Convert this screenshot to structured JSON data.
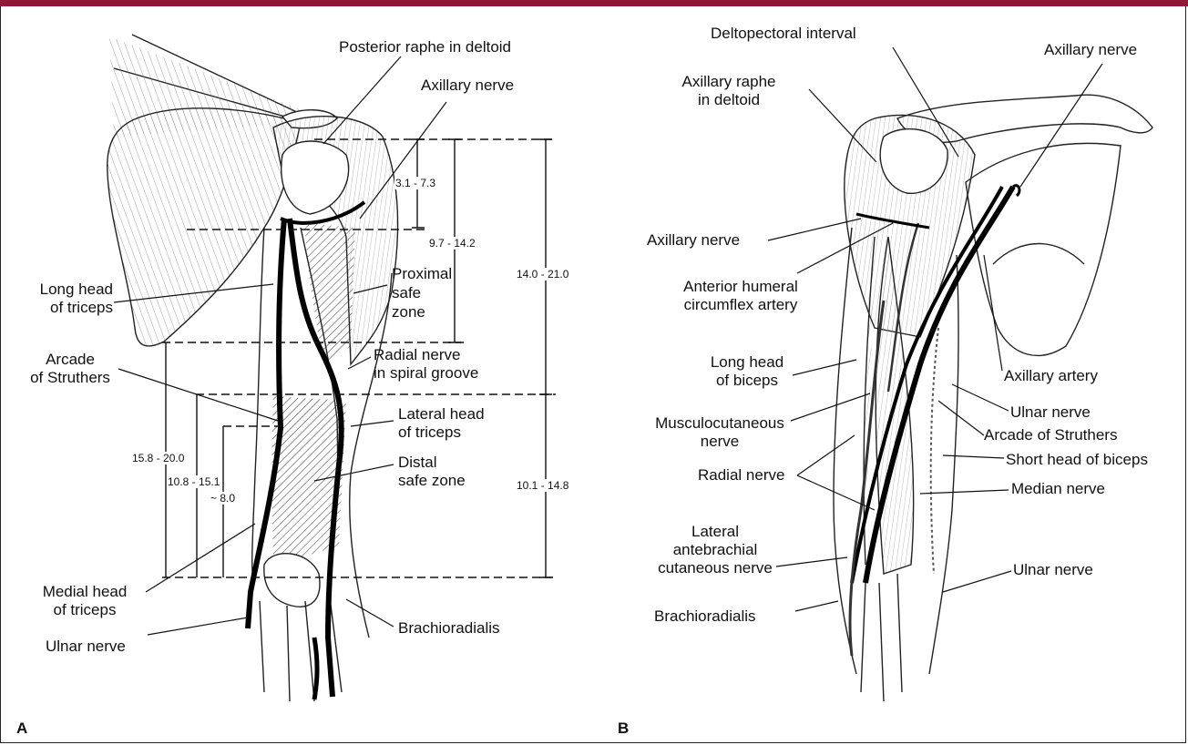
{
  "panels": [
    {
      "letter": "A",
      "labels": {
        "posterior_raphe": "Posterior raphe in deltoid",
        "axillary_nerve": "Axillary nerve",
        "long_head_triceps": "Long head\nof triceps",
        "proximal_safe_zone": "Proximal\nsafe\nzone",
        "arcade_struthers": "Arcade\nof Struthers",
        "radial_nerve_spiral": "Radial nerve\nin spiral groove",
        "lateral_head_triceps": "Lateral head\nof triceps",
        "distal_safe_zone": "Distal\nsafe zone",
        "medial_head_triceps": "Medial head\nof triceps",
        "ulnar_nerve": "Ulnar nerve",
        "brachioradialis": "Brachioradialis"
      },
      "measurements": {
        "m1": "3.1 - 7.3",
        "m2": "9.7 - 14.2",
        "m3": "14.0 - 21.0",
        "m4": "15.8 - 20.0",
        "m5": "10.8 - 15.1",
        "m6": "~ 8.0",
        "m7": "10.1 - 14.8"
      }
    },
    {
      "letter": "B",
      "labels": {
        "deltopectoral_interval": "Deltopectoral interval",
        "axillary_nerve_top": "Axillary nerve",
        "axillary_raphe": "Axillary raphe\nin deltoid",
        "axillary_nerve_left": "Axillary nerve",
        "anterior_humeral": "Anterior humeral\ncircumflex artery",
        "long_head_biceps": "Long head\nof biceps",
        "axillary_artery": "Axillary artery",
        "ulnar_nerve_upper": "Ulnar nerve",
        "arcade_struthers": "Arcade of Struthers",
        "musculocutaneous": "Musculocutaneous\nnerve",
        "short_head_biceps": "Short head of biceps",
        "radial_nerve": "Radial nerve",
        "median_nerve": "Median nerve",
        "lateral_antebrachial": "Lateral\nantebrachial\ncutaneous nerve",
        "ulnar_nerve_lower": "Ulnar nerve",
        "brachioradialis": "Brachioradialis"
      }
    }
  ],
  "colors": {
    "banner": "#8e1838",
    "ink": "#111111"
  }
}
